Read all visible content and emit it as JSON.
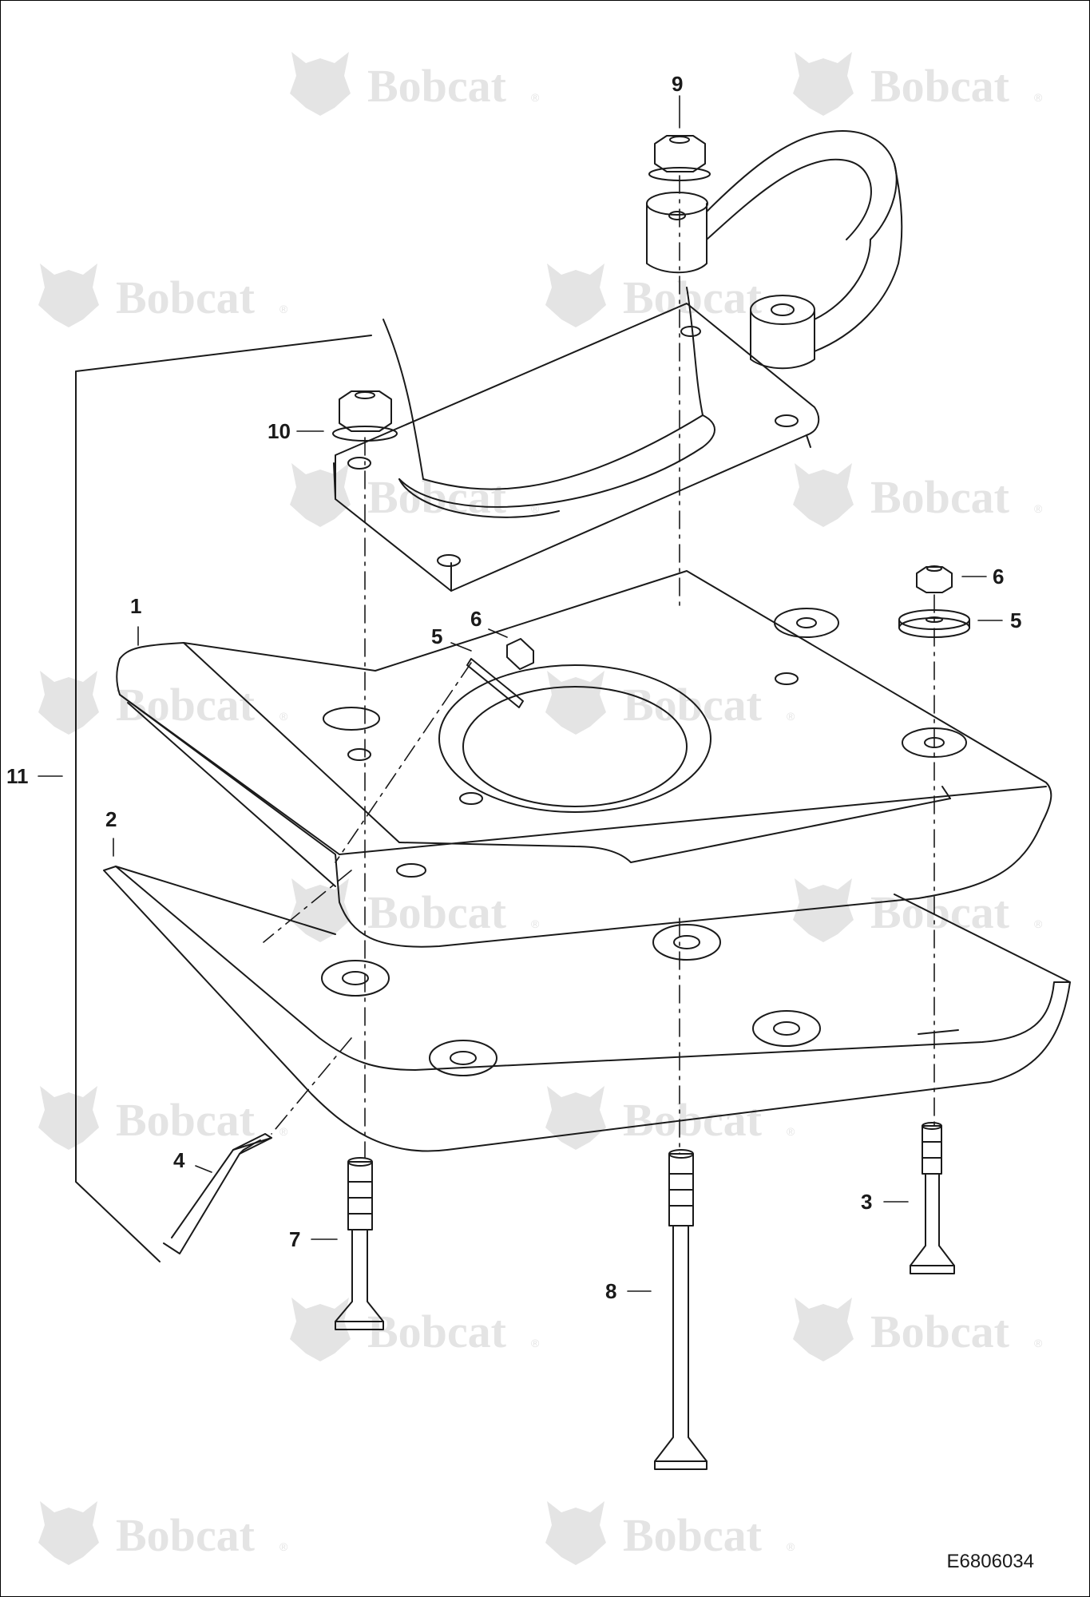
{
  "watermark": {
    "brand": "Bobcat",
    "reg": "®",
    "icon": "bobcat-logo-icon",
    "color": "#e4e4e4"
  },
  "figure_id": "E6806034",
  "callouts": {
    "c1": "1",
    "c2": "2",
    "c3": "3",
    "c4": "4",
    "c5a": "5",
    "c5b": "5",
    "c6a": "6",
    "c6b": "6",
    "c7": "7",
    "c8": "8",
    "c9": "9",
    "c10": "10",
    "c11": "11"
  },
  "line_color": "#1a1a1a"
}
